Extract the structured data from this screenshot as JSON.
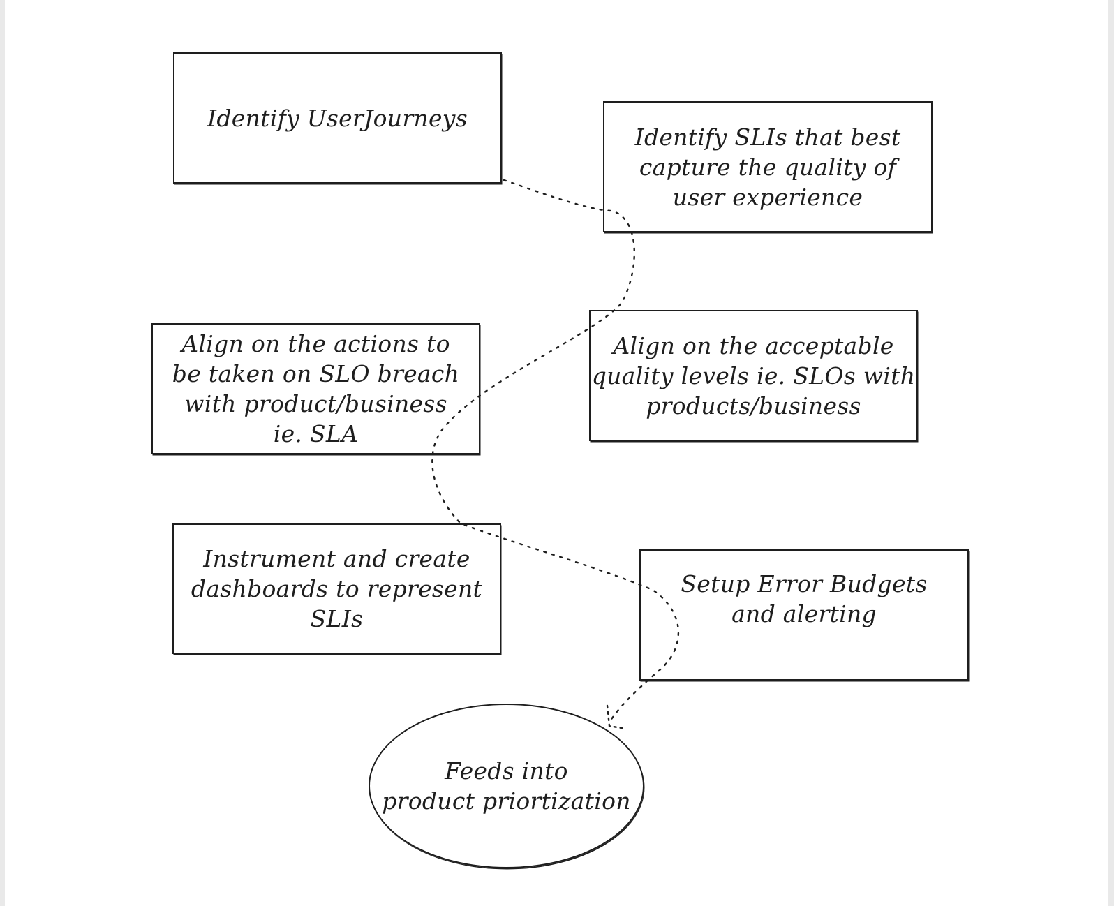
{
  "diagram": {
    "nodes": [
      {
        "id": "identify-user-journeys",
        "shape": "rectangle",
        "label": "Identify UserJourneys"
      },
      {
        "id": "identify-slis",
        "shape": "rectangle",
        "label": "Identify SLIs that best\ncapture the quality of\nuser experience"
      },
      {
        "id": "align-acceptable-quality",
        "shape": "rectangle",
        "label": "Align on the acceptable\nquality levels ie. SLOs with\nproducts/business"
      },
      {
        "id": "align-actions-slo-breach",
        "shape": "rectangle",
        "label": "Align on the actions to\nbe taken on SLO breach\nwith product/business\nie. SLA"
      },
      {
        "id": "instrument-dashboards",
        "shape": "rectangle",
        "label": "Instrument and create\ndashboards to represent\nSLIs"
      },
      {
        "id": "setup-error-budgets",
        "shape": "rectangle",
        "label": "Setup Error Budgets\nand alerting"
      },
      {
        "id": "product-prioritization",
        "shape": "ellipse",
        "label": "Feeds into\nproduct priortization"
      }
    ],
    "connectors": [
      {
        "from": "identify-user-journeys",
        "to": "product-prioritization",
        "style": "dotted",
        "arrowhead": true
      }
    ],
    "colors": {
      "stroke": "#1e1e1e",
      "background": "#ffffff",
      "frame": "#e9e9e9"
    }
  }
}
